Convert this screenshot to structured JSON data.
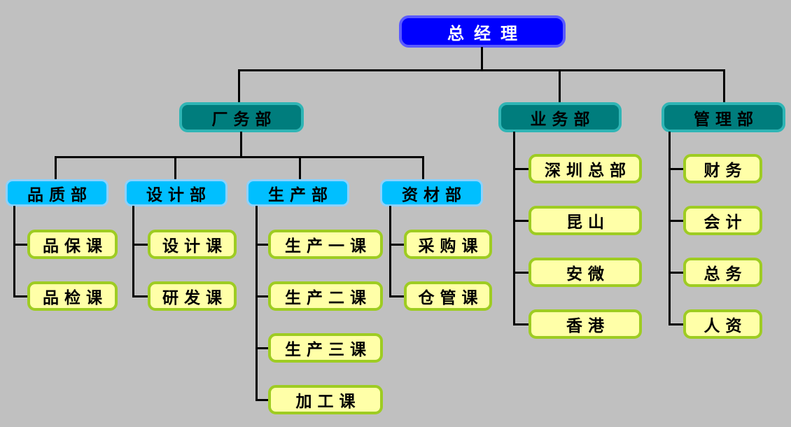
{
  "colors": {
    "background": "#C0C0C0",
    "connector": "#000000",
    "text": "#000000",
    "root_fill": "#0000FE",
    "root_border": "#5A5AFF",
    "root_text": "#FFFFFF",
    "dept_fill": "#007D7D",
    "dept_border": "#2FB5B5",
    "section_fill": "#00BFFF",
    "section_border": "#8CD2FC",
    "team_fill": "#FFFFA8",
    "team_border": "#9ECC22"
  },
  "org": {
    "root": {
      "label": "总经理"
    },
    "departments": [
      {
        "label": "厂务部",
        "sections": [
          {
            "label": "品质部",
            "teams": [
              "品保课",
              "品检课"
            ]
          },
          {
            "label": "设计部",
            "teams": [
              "设计课",
              "研发课"
            ]
          },
          {
            "label": "生产部",
            "teams": [
              "生产一课",
              "生产二课",
              "生产三课",
              "加工课"
            ]
          },
          {
            "label": "资材部",
            "teams": [
              "采购课",
              "仓管课"
            ]
          }
        ]
      },
      {
        "label": "业务部",
        "teams": [
          "深圳总部",
          "昆山",
          "安微",
          "香港"
        ]
      },
      {
        "label": "管理部",
        "teams": [
          "财务",
          "会计",
          "总务",
          "人资"
        ]
      }
    ]
  }
}
